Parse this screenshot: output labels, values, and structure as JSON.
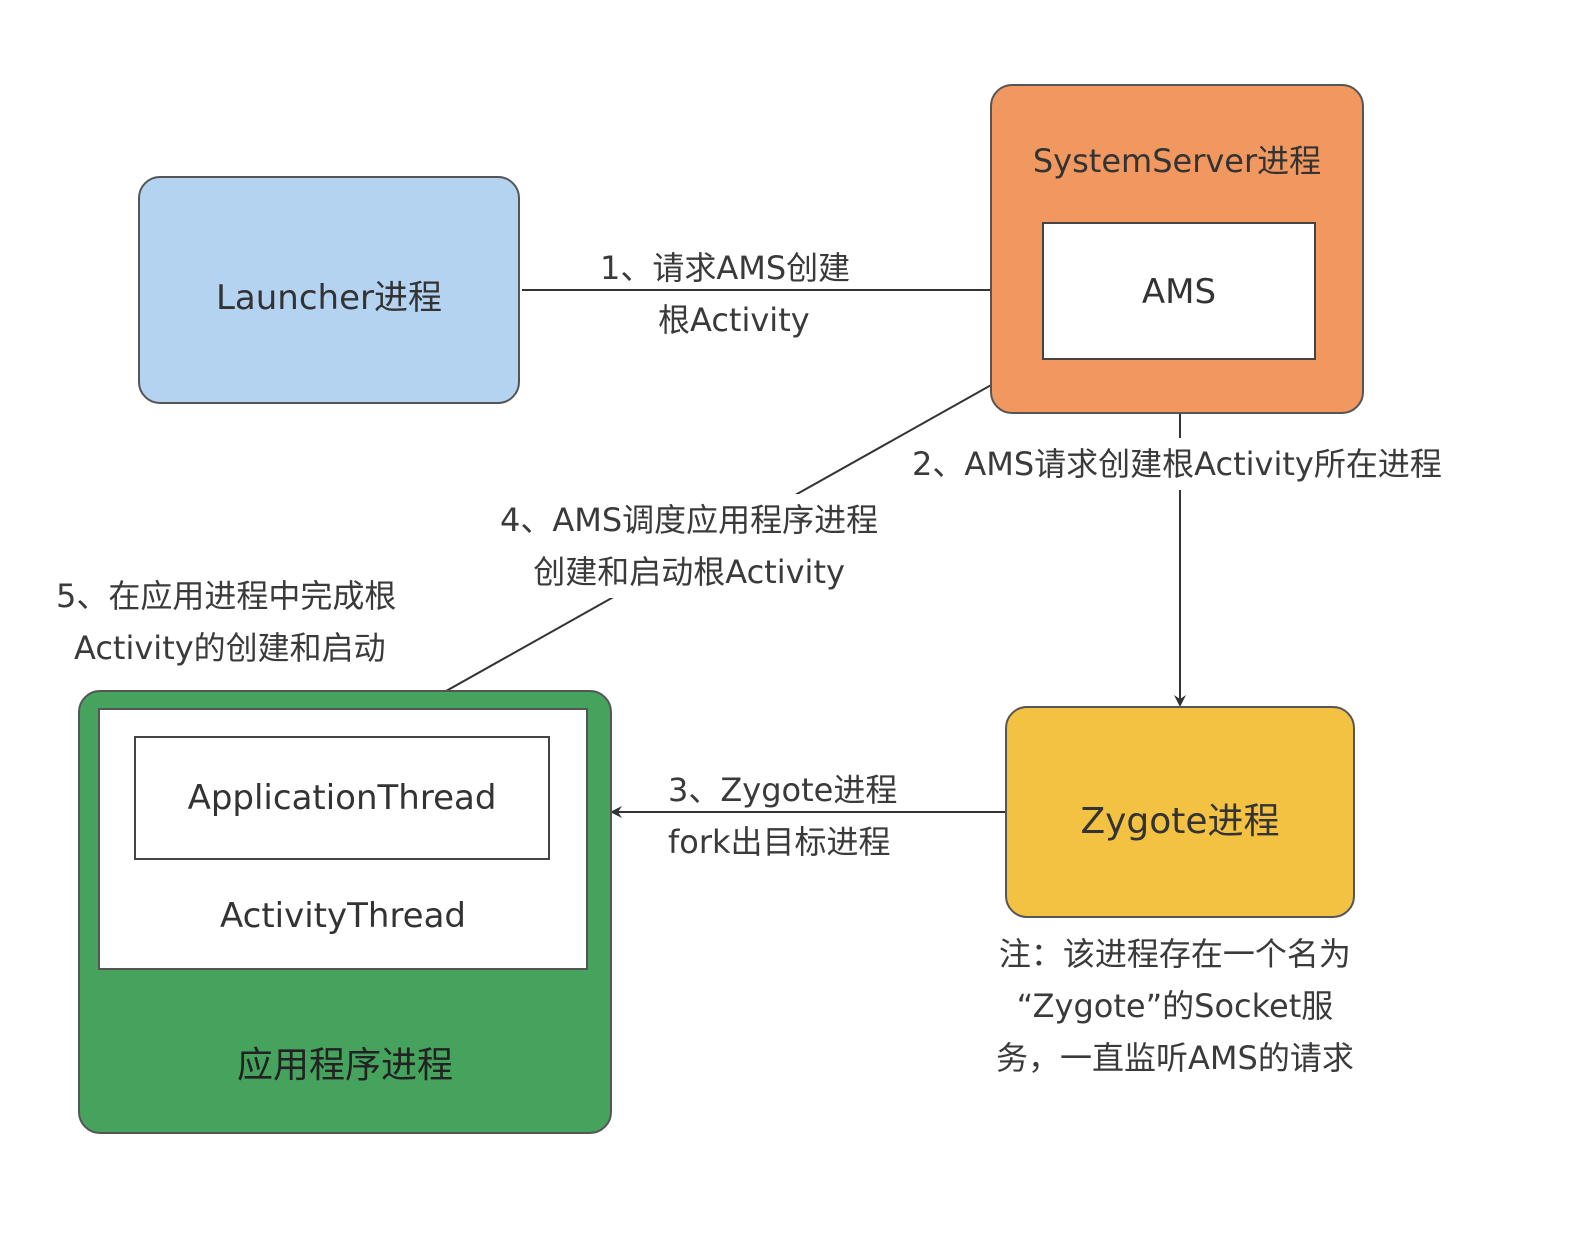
{
  "launcher": {
    "label": "Launcher进程",
    "color": "#b4d3f1"
  },
  "system_server": {
    "title": "SystemServer进程",
    "color": "#f0985f"
  },
  "ams": {
    "label": "AMS"
  },
  "zygote": {
    "label": "Zygote进程",
    "color": "#f4c243"
  },
  "app_process": {
    "title": "应用程序进程",
    "color": "#46a35e",
    "application_thread": "ApplicationThread",
    "activity_thread": "ActivityThread"
  },
  "steps": {
    "step1": [
      "1、请求AMS创建",
      "根Activity"
    ],
    "step2": [
      "2、AMS请求创建根Activity所在进程"
    ],
    "step3": [
      "3、Zygote进程",
      "fork出目标进程"
    ],
    "step4": [
      "4、AMS调度应用程序进程",
      "创建和启动根Activity"
    ],
    "step5": [
      "5、在应用进程中完成根",
      "Activity的创建和启动"
    ]
  },
  "note": [
    "注：该进程存在一个名为",
    "“Zygote”的Socket服",
    "务，一直监听AMS的请求"
  ]
}
